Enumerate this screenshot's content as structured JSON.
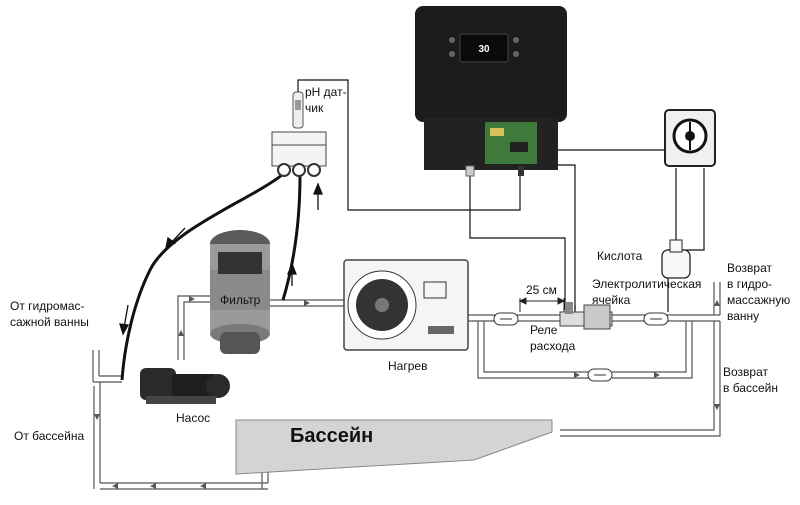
{
  "labels": {
    "ph_sensor": "pH дат-\nчик",
    "from_spa": "От гидромас-\nсажной ванны",
    "filter": "Фильтр",
    "pump": "Насос",
    "from_pool": "От бассейна",
    "heater": "Нагрев",
    "distance": "25 см",
    "flow_relay": "Реле\nрасхода",
    "electrolytic_cell": "Электролитическая\nячейка",
    "acid": "Кислота",
    "return_spa": "Возврат\nв гидро-\nмассажную\nванну",
    "return_pool": "Возврат\nв бассейн",
    "pool": "Бассейн"
  },
  "controller_display": "30",
  "colors": {
    "pipe": "#555555",
    "cable": "#111111",
    "device_dark": "#1c1c1c",
    "pool_fill": "#d4d4d4",
    "filter_body": "#9a9a9a",
    "pcb": "#3f7a3a"
  }
}
